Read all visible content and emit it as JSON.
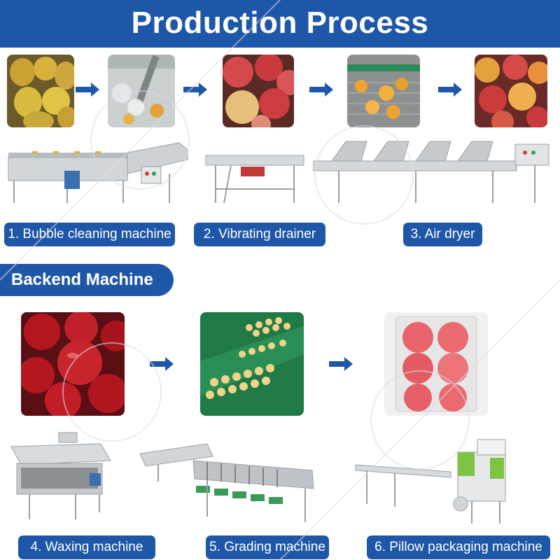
{
  "header": {
    "title": "Production Process"
  },
  "section": {
    "title": "Backend Machine"
  },
  "labels": {
    "bubble": "1. Bubble cleaning machine",
    "vibrating": "2. Vibrating drainer",
    "air": "3. Air dryer",
    "waxing": "4. Waxing machine",
    "grading": "5. Grading machine",
    "pillow": "6. Pillow packaging machine"
  },
  "colors": {
    "brand_blue": "#1f57a8",
    "machine_steel": "#c9ccd0",
    "control_green": "#7fc343"
  },
  "icons": [
    "arrow-right-icon"
  ]
}
